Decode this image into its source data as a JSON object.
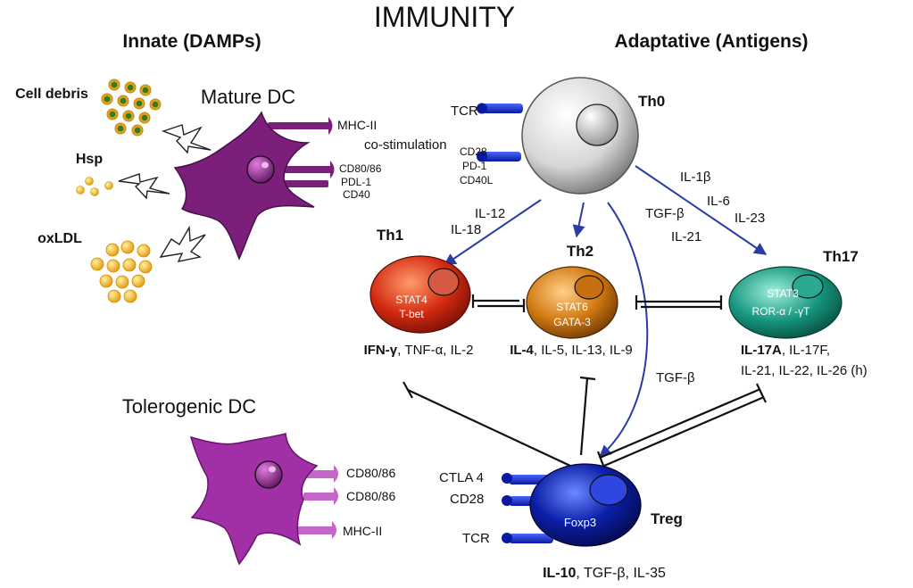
{
  "title": "IMMUNITY",
  "sections": {
    "innate": "Innate (DAMPs)",
    "adaptive": "Adaptative (Antigens)"
  },
  "damps": {
    "debris": "Cell debris",
    "hsp": "Hsp",
    "oxldl": "oxLDL"
  },
  "mature_dc": {
    "label": "Mature DC",
    "receptors": {
      "mhc": "MHC-II",
      "costim": "co-stimulation",
      "cd80": "CD80/86",
      "pdl1": "PDL-1",
      "cd40": "CD40"
    }
  },
  "th0": {
    "label": "Th0",
    "receptors": {
      "tcr": "TCR",
      "cd28": "CD28",
      "pd1": "PD-1",
      "cd40l": "CD40L"
    }
  },
  "cytokines": {
    "th1_drive": {
      "il12": "IL-12",
      "il18": "IL-18"
    },
    "th17_drive_a": {
      "il1b": "IL-1β",
      "il6": "IL-6",
      "il23": "IL-23"
    },
    "th17_drive_b": {
      "tgfb": "TGF-β",
      "il21": "IL-21"
    },
    "treg_drive": "TGF-β"
  },
  "th1": {
    "label": "Th1",
    "tf1": "STAT4",
    "tf2": "T-bet",
    "out_bold": "IFN-γ",
    "out_rest": ", TNF-α, IL-2"
  },
  "th2": {
    "label": "Th2",
    "tf1": "STAT6",
    "tf2": "GATA-3",
    "out_bold": "IL-4",
    "out_rest": ", IL-5, IL-13, IL-9"
  },
  "th17": {
    "label": "Th17",
    "tf1": "STAT3",
    "tf2": "ROR-α / -γT",
    "out1_bold": "IL-17A",
    "out1_rest": ", IL-17F,",
    "out2": "IL-21, IL-22, IL-26 (h)"
  },
  "tolerogenic_dc": {
    "label": "Tolerogenic DC",
    "receptors": {
      "cd80a": "CD80/86",
      "cd80b": "CD80/86",
      "mhc": "MHC-II"
    }
  },
  "treg": {
    "label": "Treg",
    "tf": "Foxp3",
    "receptors": {
      "ctla4": "CTLA 4",
      "cd28": "CD28",
      "tcr": "TCR"
    },
    "out_bold": "IL-10",
    "out_rest": ", TGF-β, IL-35"
  },
  "colors": {
    "mature_dc": "#7b1f7b",
    "tolerogenic_dc": "#a12fa6",
    "arrow_blue": "#2b3aa6",
    "th1": "#c81e0c",
    "th2": "#c9720c",
    "th17": "#14917c",
    "treg": "#0a1a9e",
    "debris_dot": "#e0a020",
    "debris_core": "#2e7d1e",
    "oxldl": "#f5a623"
  }
}
